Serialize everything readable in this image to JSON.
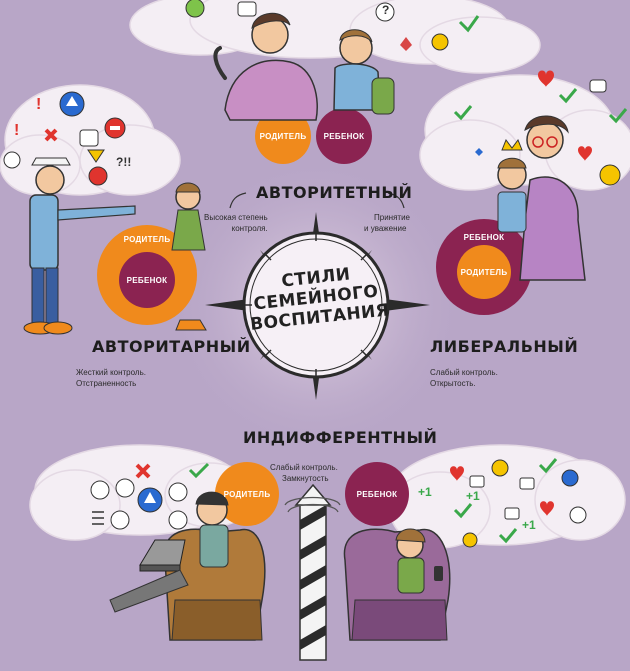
{
  "center": {
    "line1": "СТИЛИ",
    "line2": "СЕМЕЙНОГО",
    "line3": "ВОСПИТАНИЯ"
  },
  "styles": {
    "authoritative": {
      "name": "АВТОРИТЕТНЫЙ",
      "desc_left_1": "Высокая степень",
      "desc_left_2": "контроля.",
      "desc_right_1": "Принятие",
      "desc_right_2": "и уважение"
    },
    "authoritarian": {
      "name": "АВТОРИТАРНЫЙ",
      "desc_1": "Жесткий контроль.",
      "desc_2": "Отстраненность"
    },
    "liberal": {
      "name": "ЛИБЕРАЛЬНЫЙ",
      "desc_1": "Слабый контроль.",
      "desc_2": "Открытость."
    },
    "indifferent": {
      "name": "ИНДИФФЕРЕНТНЫЙ",
      "desc_1": "Слабый контроль.",
      "desc_2": "Замкнутость"
    }
  },
  "roles": {
    "parent": "РОДИТЕЛЬ",
    "child": "РЕБЕНОК"
  },
  "colors": {
    "parent_orange": "#f08a1c",
    "child_purple": "#8b2351",
    "background": "#b8a6c7",
    "cloud": "#f4eef4"
  },
  "icons": {
    "plus_one": "+1",
    "question": "?",
    "exclaim": "!",
    "multi_question": "?!!"
  }
}
